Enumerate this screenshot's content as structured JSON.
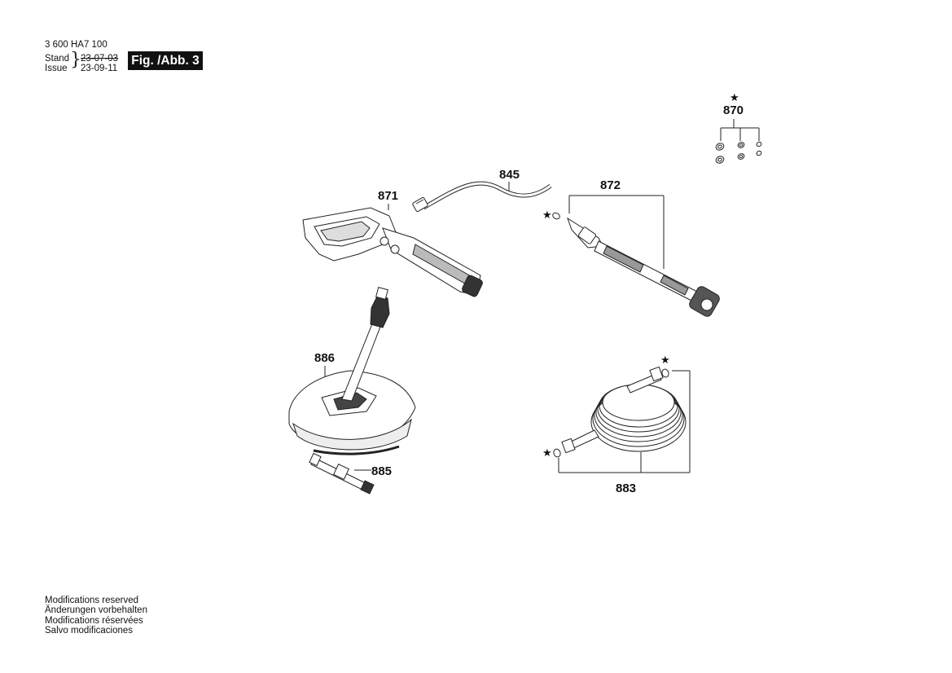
{
  "header": {
    "doc_number": "3 600 HA7 100",
    "stand_label": "Stand",
    "issue_label": "Issue",
    "stand_date": "23-07-03",
    "issue_date": "23-09-11",
    "figure_label": "Fig. /Abb. 3"
  },
  "parts": [
    {
      "number": "870",
      "starred": true
    },
    {
      "number": "845",
      "starred": false
    },
    {
      "number": "872",
      "starred": true
    },
    {
      "number": "871",
      "starred": false
    },
    {
      "number": "886",
      "starred": false
    },
    {
      "number": "885",
      "starred": false
    },
    {
      "number": "883",
      "starred": true
    }
  ],
  "star_symbol": "★",
  "footer": {
    "lines": [
      "Modifications reserved",
      "Änderungen vorbehalten",
      "Modifications réservées",
      "Salvo modificaciones"
    ]
  }
}
